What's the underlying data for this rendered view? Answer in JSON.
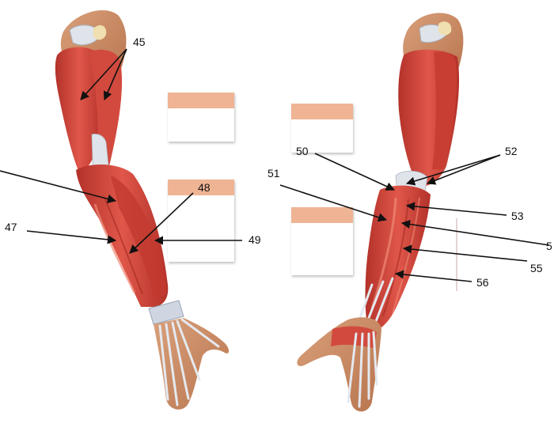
{
  "labels": {
    "n45": "45",
    "n47": "47",
    "n48": "48",
    "n49": "49",
    "n50": "50",
    "n51": "51",
    "n52": "52",
    "n53": "53",
    "n54": "5",
    "n55": "55",
    "n56": "56"
  },
  "colors": {
    "muscle": "#d9483c",
    "muscle_dark": "#a8281f",
    "muscle_light": "#ef7a65",
    "tendon": "#d9dde6",
    "bone": "#f0dfb0",
    "skin": "#c98a63",
    "leader": "#111111",
    "card_band": "#efb493"
  },
  "label_boxes": [
    {
      "id": "card-1",
      "state": "blank"
    },
    {
      "id": "card-2",
      "state": "blank"
    },
    {
      "id": "card-3",
      "state": "blank"
    },
    {
      "id": "card-4",
      "state": "blank"
    }
  ]
}
